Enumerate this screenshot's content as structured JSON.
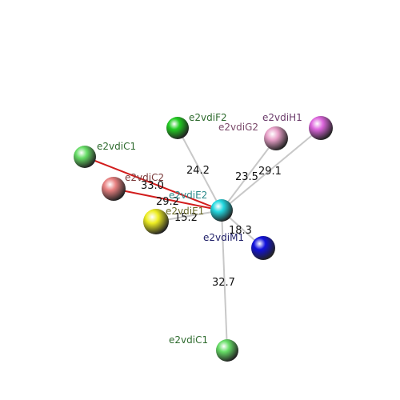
{
  "atoms": [
    {
      "id": "center",
      "label": "e2vdiE2",
      "color": "#22d8e0",
      "label_color": "#2a8a8a"
    },
    {
      "id": "f2",
      "label": "e2vdiF2",
      "color": "#22cc22",
      "label_color": "#2e6b2e"
    },
    {
      "id": "g2",
      "label": "e2vdiG2",
      "color": "#e8a0c8",
      "label_color": "#7a4a6a"
    },
    {
      "id": "h1",
      "label": "e2vdiH1",
      "color": "#dd66dd",
      "label_color": "#6a3a6a"
    },
    {
      "id": "c1a",
      "label": "e2vdiC1",
      "color": "#66dd66",
      "label_color": "#2e6b2e"
    },
    {
      "id": "c2",
      "label": "e2vdiC2",
      "color": "#e88080",
      "label_color": "#7a3a3a"
    },
    {
      "id": "yel",
      "label": "e2vdiE1",
      "color": "#eeee22",
      "label_color": "#6a6a2a"
    },
    {
      "id": "m1",
      "label": "e2vdiM1",
      "color": "#1111dd",
      "label_color": "#22226a"
    },
    {
      "id": "c1b",
      "label": "e2vdiC1",
      "color": "#66dd66",
      "label_color": "#2e6b2e"
    }
  ],
  "bonds": [
    {
      "from": "center",
      "to": "f2",
      "distance": "24.2",
      "color": "#c8c8c8"
    },
    {
      "from": "center",
      "to": "g2",
      "distance": "23.5",
      "color": "#c8c8c8"
    },
    {
      "from": "center",
      "to": "h1",
      "distance": "29.1",
      "color": "#c8c8c8"
    },
    {
      "from": "center",
      "to": "c1a",
      "distance": "33.0",
      "color": "#d21c1c"
    },
    {
      "from": "center",
      "to": "c2",
      "distance": "29.2",
      "color": "#d21c1c"
    },
    {
      "from": "center",
      "to": "yel",
      "distance": "15.2",
      "color": "#c8c8c8"
    },
    {
      "from": "center",
      "to": "m1",
      "distance": "18.3",
      "color": "#c8c8c8"
    },
    {
      "from": "center",
      "to": "c1b",
      "distance": "32.7",
      "color": "#c8c8c8"
    }
  ]
}
